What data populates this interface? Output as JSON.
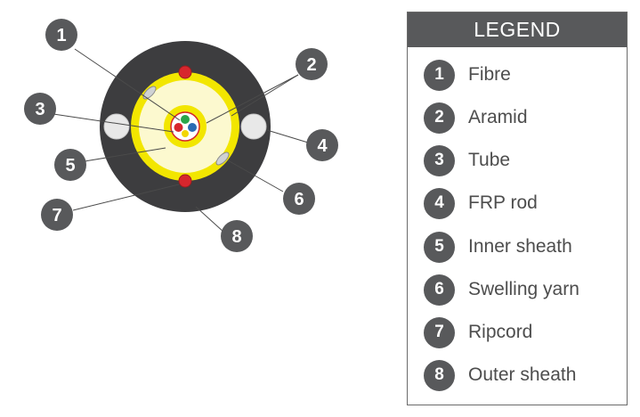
{
  "colors": {
    "outer_sheath": "#3d3d3f",
    "yellow": "#f2e600",
    "inner_sheath": "#fcf9cf",
    "ripcord": "#d7262d",
    "badge": "#58595b",
    "frp_rod": "#e8e8e8"
  },
  "badges": [
    {
      "num": "1"
    },
    {
      "num": "2"
    },
    {
      "num": "3"
    },
    {
      "num": "4"
    },
    {
      "num": "5"
    },
    {
      "num": "6"
    },
    {
      "num": "7"
    },
    {
      "num": "8"
    }
  ],
  "legend": {
    "title": "LEGEND",
    "items": [
      {
        "num": "1",
        "label": "Fibre"
      },
      {
        "num": "2",
        "label": "Aramid"
      },
      {
        "num": "3",
        "label": "Tube"
      },
      {
        "num": "4",
        "label": "FRP rod"
      },
      {
        "num": "5",
        "label": "Inner sheath"
      },
      {
        "num": "6",
        "label": "Swelling yarn"
      },
      {
        "num": "7",
        "label": "Ripcord"
      },
      {
        "num": "8",
        "label": "Outer sheath"
      }
    ]
  }
}
